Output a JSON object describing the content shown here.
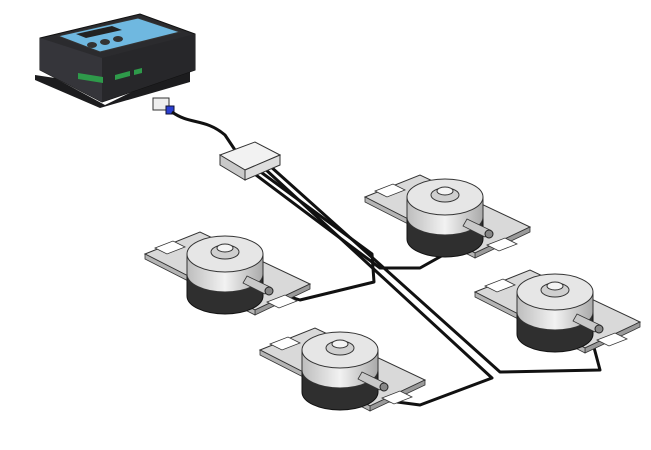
{
  "diagram": {
    "components": [
      "controller",
      "connector-plug",
      "junction-box",
      "load-cell-1",
      "load-cell-2",
      "load-cell-3",
      "load-cell-4"
    ],
    "load_cell_count": 4
  },
  "colors": {
    "background": "#ffffff",
    "controller_body": "#2b2b2e",
    "controller_panel": "#6fb8e0",
    "terminal_green": "#2e9a4a",
    "cable": "#111111",
    "plug_blue": "#2a3fd0",
    "metal": "#d8d8d8",
    "cell_base": "#333333"
  }
}
